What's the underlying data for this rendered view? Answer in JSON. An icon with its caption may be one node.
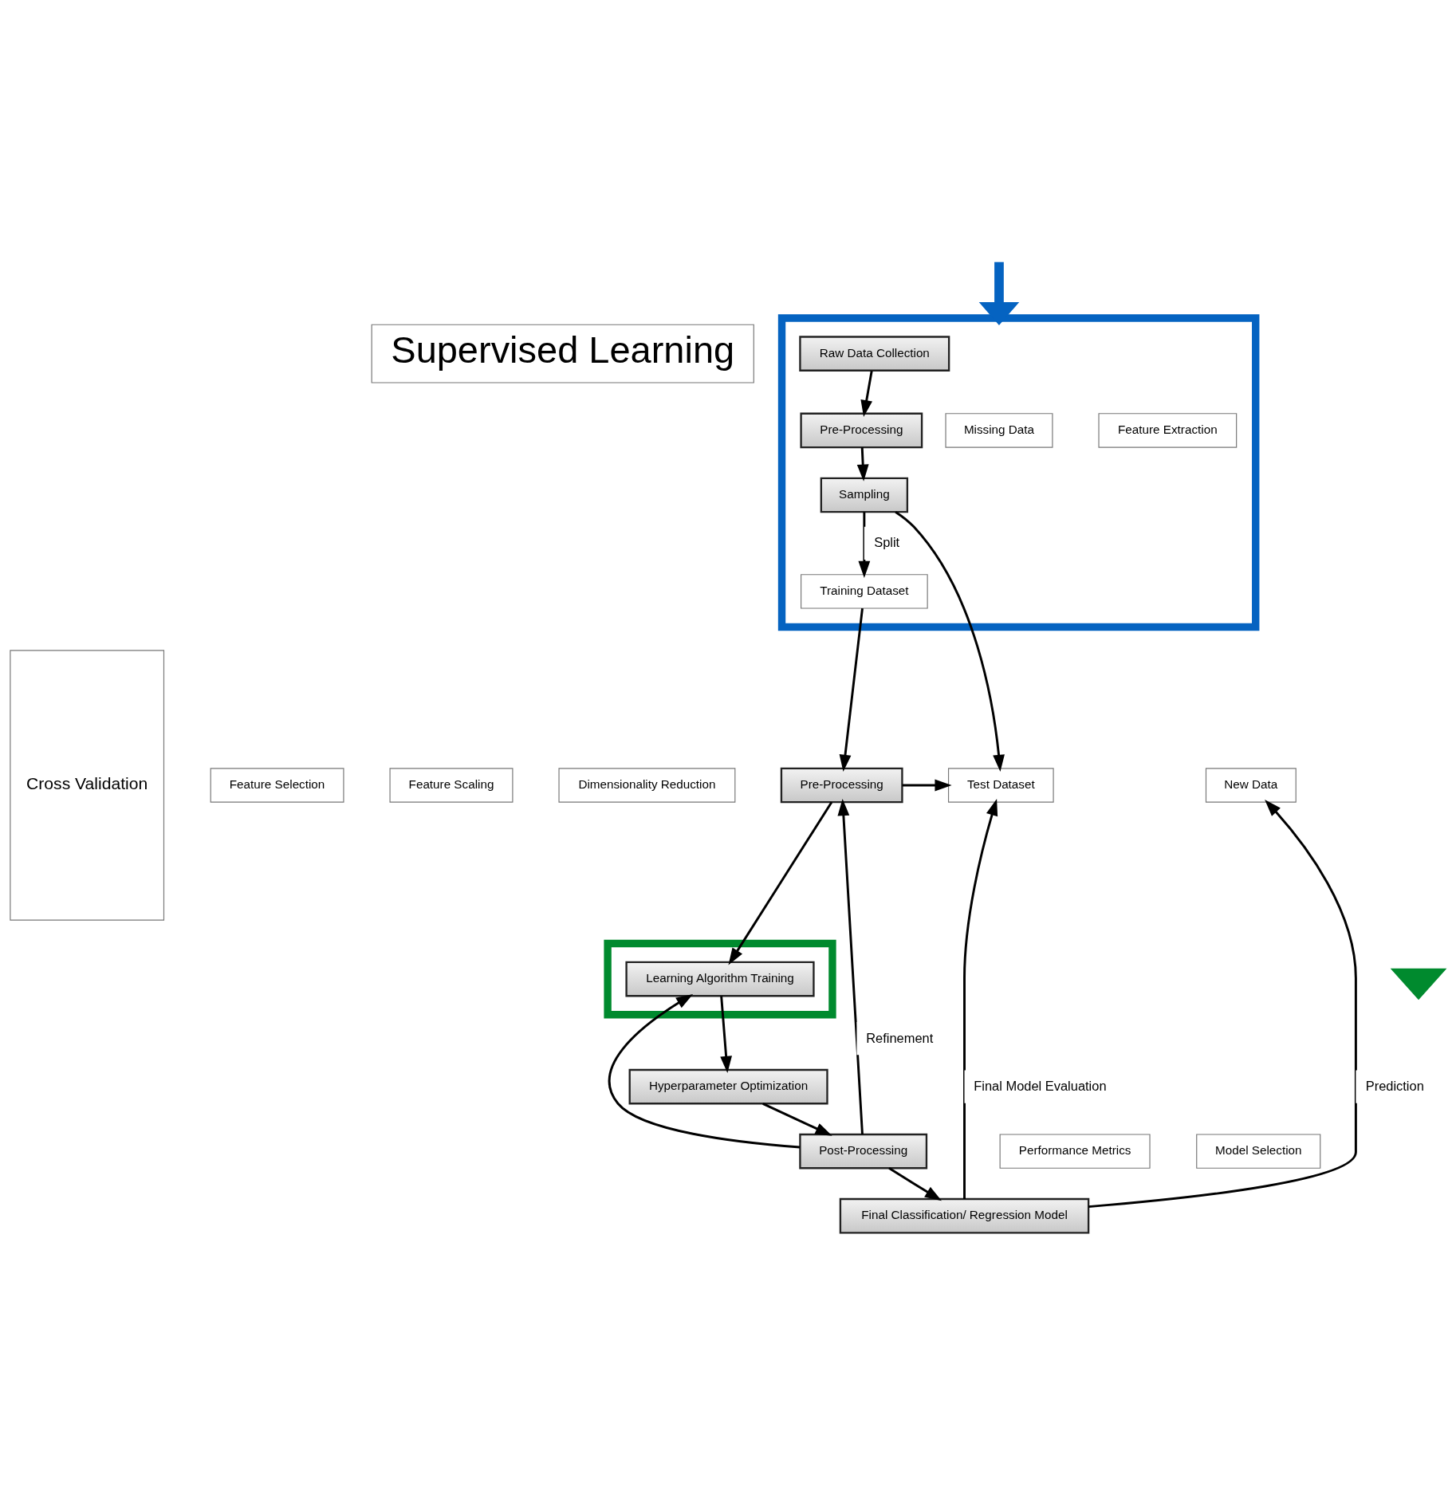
{
  "diagram": {
    "nodes": [
      {
        "text": [
          "Supervised Learning"
        ]
      },
      {
        "text": [],
        "shape": "box"
      },
      {
        "text": [
          "Raw Data Collection"
        ],
        "in": 1
      },
      {
        "text": [
          "Missing Data"
        ],
        "in": 1
      },
      {
        "text": [
          "Feature Extraction"
        ],
        "in": 1
      },
      {
        "text": [
          "Pre-Processing"
        ],
        "in": 1
      },
      {
        "text": [
          "Sampling"
        ],
        "in": 1
      },
      {
        "text": [
          "Training Dataset"
        ],
        "in": 1
      },
      {
        "text": [
          "Cross Validation"
        ]
      },
      {
        "text": [
          "Feature Selection"
        ]
      },
      {
        "text": [
          "Feature Scaling"
        ]
      },
      {
        "text": [
          "Dimensionality Reduction"
        ]
      },
      {
        "text": [
          "Pre-Processing"
        ]
      },
      {
        "text": [
          "Test Dataset"
        ]
      },
      {
        "text": [
          "New Data"
        ]
      },
      {
        "text": [],
        "shape": "box"
      },
      {
        "text": [
          "Learning Algorithm Training"
        ],
        "in": 15
      },
      {
        "text": [
          "Hyperparameter Optimization"
        ]
      },
      {
        "text": [
          "Post-Processing"
        ]
      },
      {
        "text": [
          "Performance Metrics"
        ]
      },
      {
        "text": [
          "Model Selection"
        ]
      },
      {
        "text": [
          "Final Classification/ Regression Model"
        ]
      },
      {
        "text": [],
        "shape": "check"
      }
    ],
    "edges": [
      {
        "from": null,
        "to": 1,
        "arrow": "to",
        "style": "thick",
        "color": "#0563c1"
      },
      {
        "from": 2,
        "to": 5,
        "arrow": "to"
      },
      {
        "from": 5,
        "to": 6,
        "arrow": "to"
      },
      {
        "from": 6,
        "to": 7,
        "arrow": "to",
        "label": "Split"
      },
      {
        "from": 6,
        "to": 13,
        "arrow": "to"
      },
      {
        "from": 7,
        "to": 12,
        "arrow": "to"
      },
      {
        "from": 12,
        "to": 13,
        "arrow": "to"
      },
      {
        "from": 12,
        "to": 16,
        "arrow": "to"
      },
      {
        "from": 16,
        "to": 17,
        "arrow": "to"
      },
      {
        "from": 17,
        "to": 18,
        "arrow": "to"
      },
      {
        "from": 18,
        "to": 12,
        "arrow": "to",
        "label": "Refinement"
      },
      {
        "from": 18,
        "to": 16,
        "arrow": "to"
      },
      {
        "from": 18,
        "to": 21,
        "arrow": "to"
      },
      {
        "from": 21,
        "to": 13,
        "arrow": "to",
        "label": "Final Model Evaluation"
      },
      {
        "from": 21,
        "to": 14,
        "arrow": "to",
        "label": "Prediction"
      }
    ]
  }
}
